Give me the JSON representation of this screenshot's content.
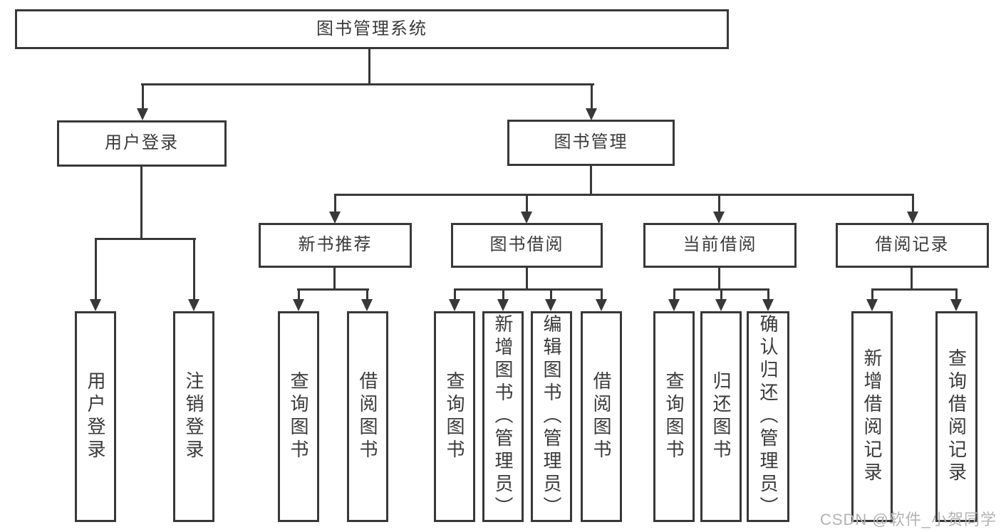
{
  "diagram": {
    "root_label": "图书管理系统",
    "level2": [
      {
        "label": "用户登录"
      },
      {
        "label": "图书管理"
      }
    ],
    "level3": [
      {
        "label": "新书推荐"
      },
      {
        "label": "图书借阅"
      },
      {
        "label": "当前借阅"
      },
      {
        "label": "借阅记录"
      }
    ],
    "leaves": [
      {
        "label": "用户登录"
      },
      {
        "label": "注销登录"
      },
      {
        "label": "查询图书"
      },
      {
        "label": "借阅图书"
      },
      {
        "label": "查询图书"
      },
      {
        "label": "新增图书（管理员）"
      },
      {
        "label": "编辑图书（管理员）"
      },
      {
        "label": "借阅图书"
      },
      {
        "label": "查询图书"
      },
      {
        "label": "归还图书"
      },
      {
        "label": "确认归还（管理员）"
      },
      {
        "label": "新增借阅记录"
      },
      {
        "label": "查询借阅记录"
      }
    ]
  },
  "watermark": {
    "text": "CSDN @软件_小贺同学"
  },
  "colors": {
    "line": "#383838",
    "text": "#3a3a3a",
    "watermark": "#b3b3b3",
    "background": "#ffffff"
  }
}
